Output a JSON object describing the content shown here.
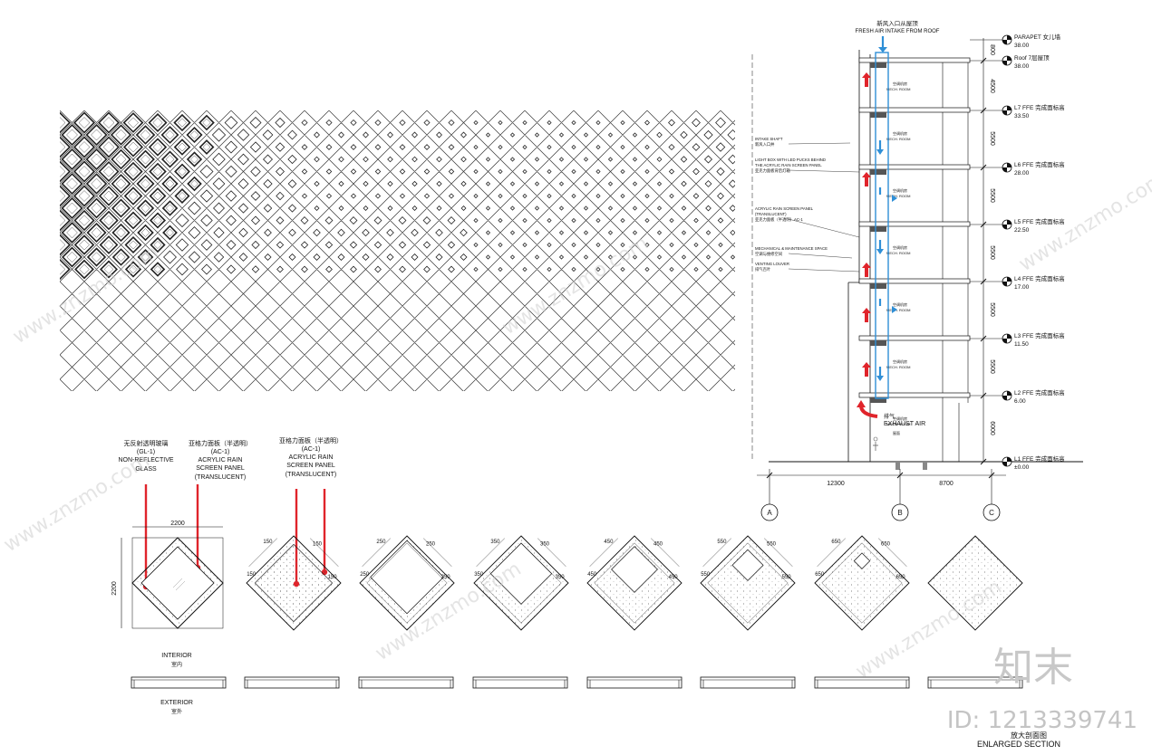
{
  "section_header": {
    "cn": "新风入口从屋顶",
    "en": "FRESH AIR  INTAKE FROM ROOF"
  },
  "levels": [
    {
      "cn_label": "PARAPET 女儿墙",
      "value": "38.00"
    },
    {
      "cn_label": "Roof  7层屋顶",
      "value": "38.00"
    },
    {
      "cn_label": "L7  FFE 完成面标高",
      "value": "33.50"
    },
    {
      "cn_label": "L6  FFE 完成面标高",
      "value": "28.00"
    },
    {
      "cn_label": "L5  FFE 完成面标高",
      "value": "22.50"
    },
    {
      "cn_label": "L4  FFE 完成面标高",
      "value": "17.00"
    },
    {
      "cn_label": "L3  FFE 完成面标高",
      "value": "11.50"
    },
    {
      "cn_label": "L2  FFE 完成面标高",
      "value": "6.00"
    },
    {
      "cn_label": "L1  FFE 完成面标高",
      "value": "±0.00"
    }
  ],
  "level_dims": [
    "800",
    "4500",
    "5500",
    "5500",
    "5500",
    "5500",
    "5500",
    "6000"
  ],
  "callouts": [
    {
      "en": "INTAKE SHAFT",
      "cn": "新风入口井"
    },
    {
      "en": "LIGHT BOX WITH LED PUCKS BEHIND THE ACRYLIC RAIN SCREEN PANEL",
      "cn": "亚克力面板背后灯箱"
    },
    {
      "en": "ACRYLIC RAIN SCREEN PANEL (TRANSLUCENT)",
      "cn": "亚克力面板（半透明）AC-1"
    },
    {
      "en": "MECHANICAL & MAINTENANCE SPACE",
      "cn": "空调与维修空间"
    },
    {
      "en": "VENTING LOUVER",
      "cn": "排气百叶"
    }
  ],
  "mech_label": {
    "cn": "空调机房",
    "en": "MECH. ROOM"
  },
  "exhaust": {
    "cn": "排气",
    "en": "EXHAUST AIR",
    "sub": "屋面"
  },
  "grid_dims": [
    "12300",
    "8700"
  ],
  "grid_axes": [
    "A",
    "B",
    "C"
  ],
  "legend": {
    "glass": {
      "cn": "无反射透明玻璃",
      "code": "(GL-1)",
      "en1": "NON-REFLECTIVE",
      "en2": "GLASS"
    },
    "acrylic_a": {
      "cn": "亚格力面板（半透明）",
      "code": "(AC-1)",
      "en1": "ACRYLIC RAIN",
      "en2": "SCREEN PANEL",
      "en3": "(TRANSLUCENT)"
    },
    "acrylic_b": {
      "cn": "亚格力面板（半透明）",
      "code": "(AC-1)",
      "en1": "ACRYLIC RAIN",
      "en2": "SCREEN PANEL",
      "en3": "(TRANSLUCENT)"
    }
  },
  "module_dims": {
    "width": "2200",
    "height": "2200"
  },
  "module_insets": [
    "150",
    "250",
    "350",
    "450",
    "550",
    "650"
  ],
  "interior": {
    "en": "INTERIOR",
    "cn": "室内"
  },
  "exterior": {
    "en": "EXTERIOR",
    "cn": "室外"
  },
  "title": {
    "cn": "放大剖面图",
    "en": "ENLARGED SECTION"
  },
  "watermark": {
    "brand": "知末",
    "site": "www.znzmo.com",
    "id": "ID: 1213339741"
  },
  "colors": {
    "line": "#1a1a1a",
    "red": "#e0242b",
    "blue": "#2f8fd6"
  }
}
